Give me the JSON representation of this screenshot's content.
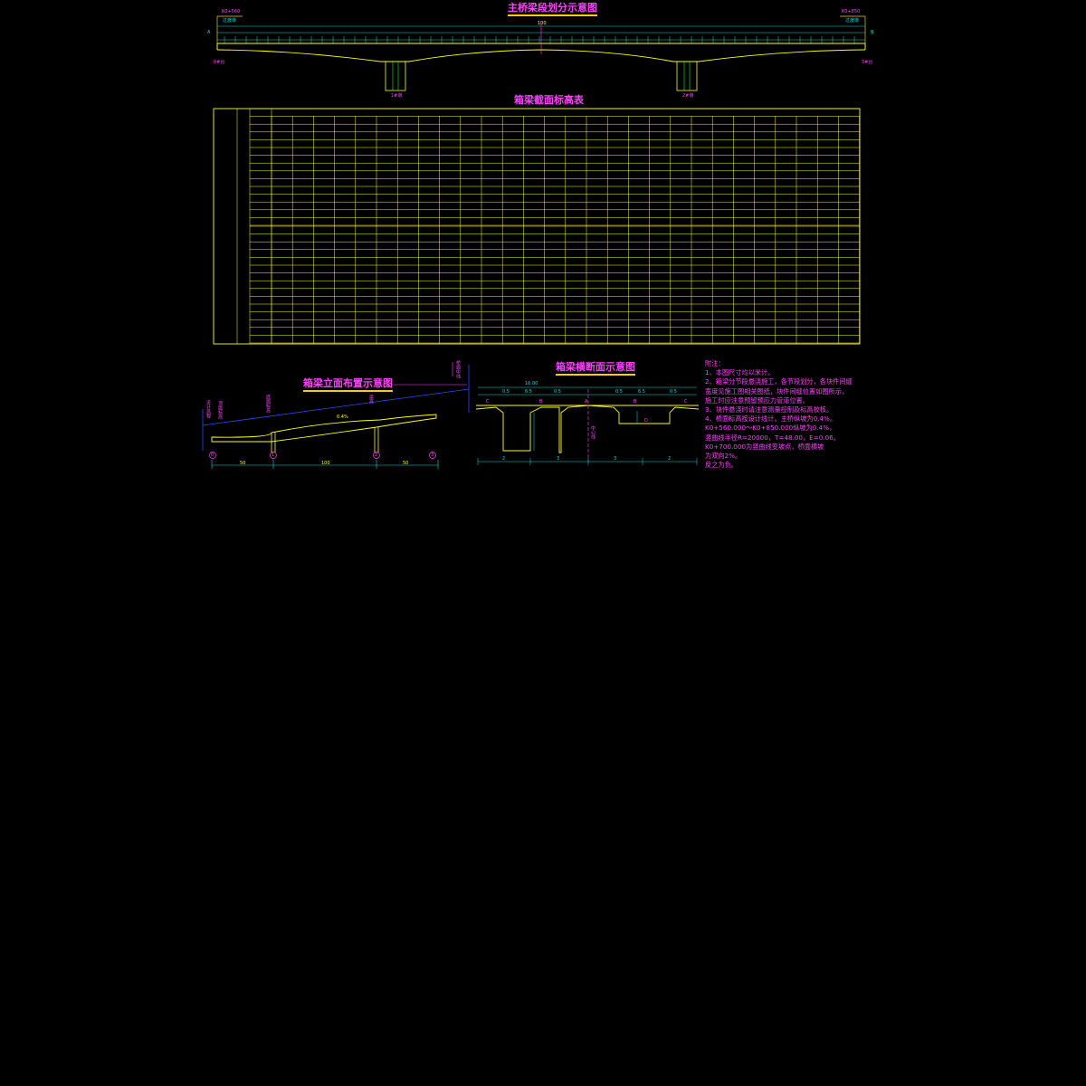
{
  "titles": {
    "segment_diagram": "主桥梁段划分示意图",
    "elevation_table": "箱梁截面标高表",
    "elevation_layout": "箱梁立面布置示意图",
    "cross_section": "箱梁横断面示意图"
  },
  "segment_diagram": {
    "left_station": "K0+560",
    "right_station": "K0+850",
    "left_abutment_label": "过渡墩",
    "right_abutment_label": "过渡墩",
    "left_end": "0#台",
    "right_end": "3#台",
    "pier1": "1#墩",
    "pier2": "2#墩",
    "left_marker": "A",
    "right_marker": "B",
    "span_label": "100"
  },
  "elevation_layout": {
    "slope": "0.4%",
    "labels": [
      "设计高程",
      "顶面标高",
      "底面标高",
      "梁高",
      "桥面中线"
    ],
    "axis_points": [
      "0",
      "1",
      "2",
      "3"
    ],
    "spans": [
      "50",
      "100",
      "50"
    ]
  },
  "cross_section": {
    "width_total": "16.00",
    "dims": [
      "0.5",
      "6.5",
      "0.5",
      "0.5",
      "6.5",
      "0.5"
    ],
    "points": [
      "C",
      "B",
      "A",
      "B",
      "C",
      "D"
    ],
    "center_label": "中心线",
    "bottom_dims": [
      "2",
      "3",
      "3",
      "2"
    ]
  },
  "notes": [
    "附注：",
    "1、本图尺寸均以米计。",
    "2、箱梁分节段悬浇施工，各节段划分，各块件间缝",
    "    宽度见施工图相关图纸，块件间缝位置如图所示，",
    "    施工时应注意预留预应力管道位置。",
    "3、块件悬浇时请注意测量控制及标高校核。",
    "4、桥面标高按设计线计。主桥纵坡为0.4%。",
    "    K0+560.000～K0+850.000纵坡为0.4%，",
    "    竖曲线半径R=20000，T=48.00，E=0.06。",
    "    K0+700.000为竖曲线变坡点，桥面横坡",
    "    为双向2%。",
    "    反之为负。"
  ]
}
